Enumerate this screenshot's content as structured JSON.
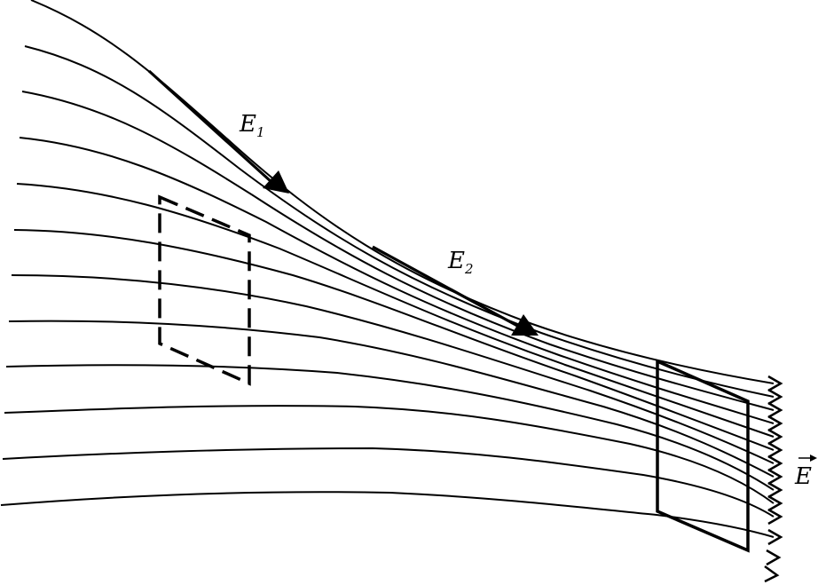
{
  "labels": {
    "e1": {
      "letter": "E",
      "subscript": "1"
    },
    "e2": {
      "letter": "E",
      "subscript": "2"
    },
    "e_field": {
      "letter": "E"
    }
  },
  "colors": {
    "ink": "#000000",
    "background": "#ffffff"
  }
}
